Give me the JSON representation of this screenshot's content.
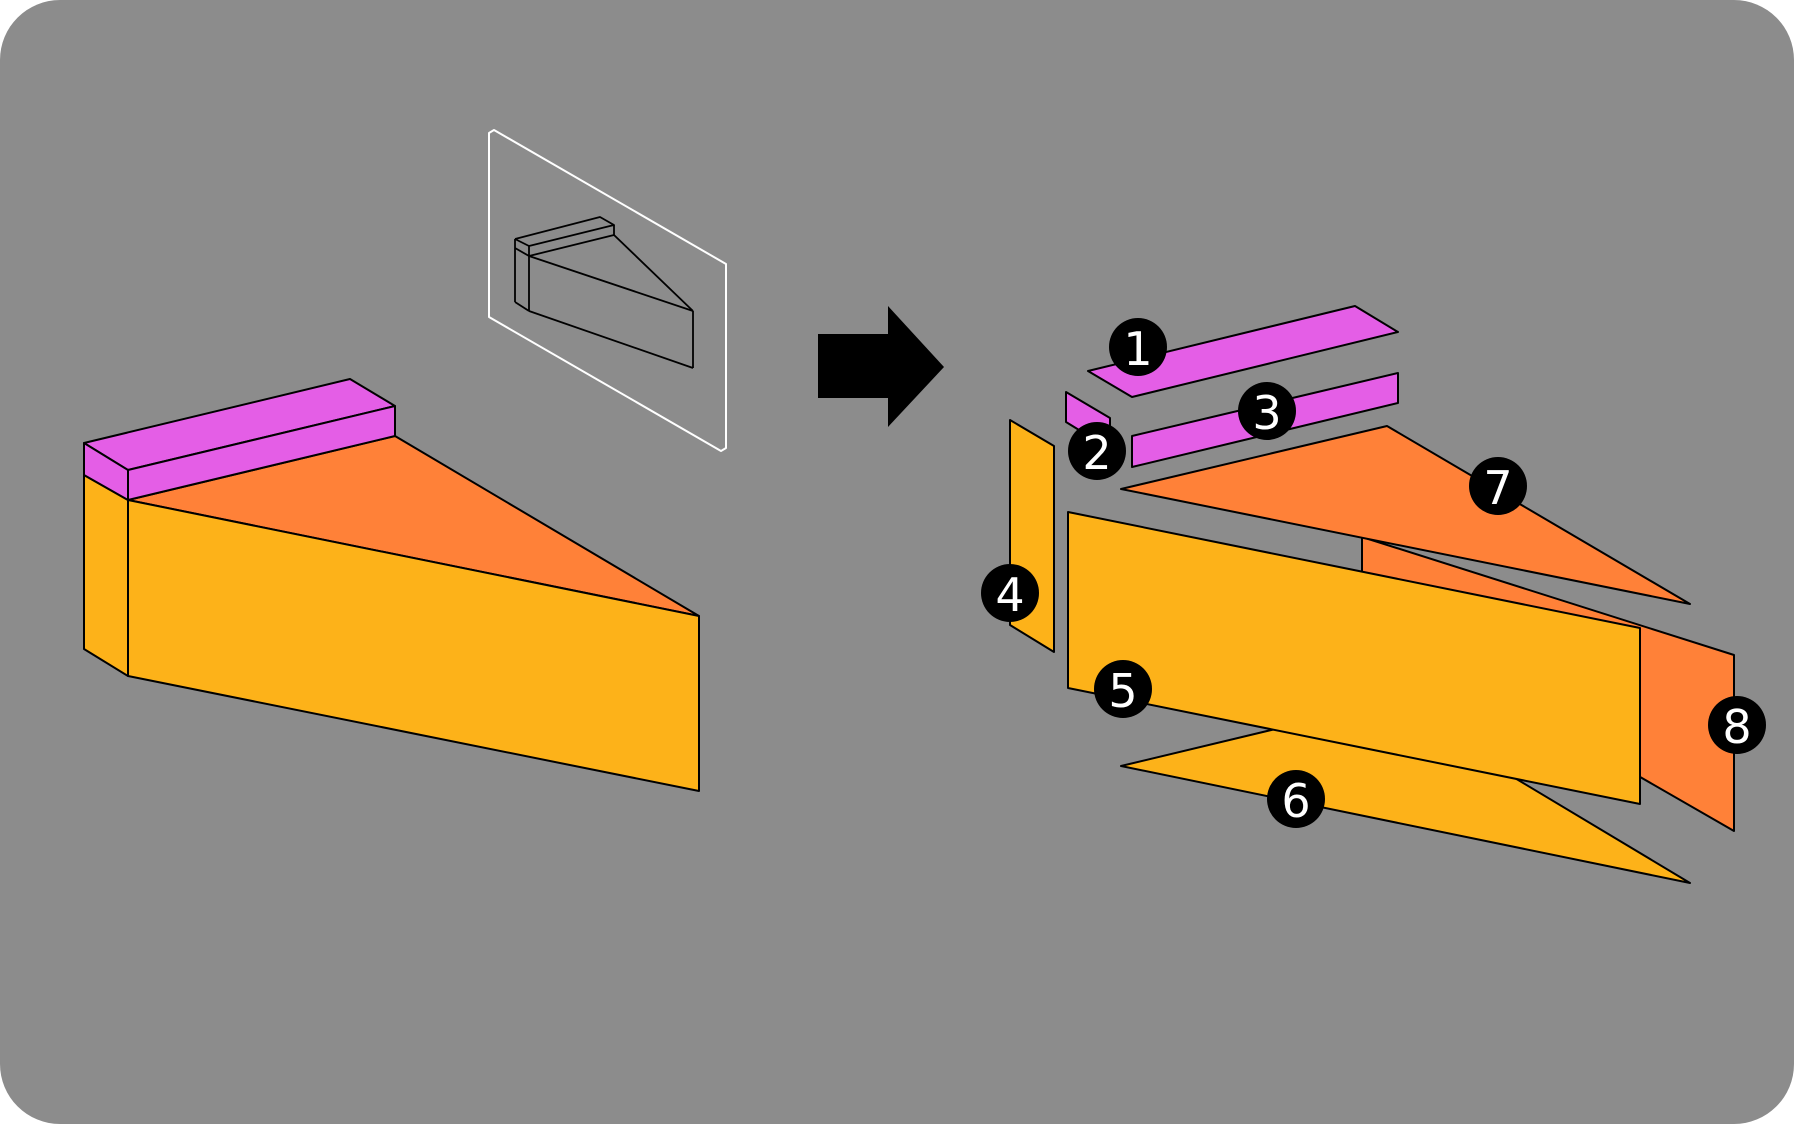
{
  "colors": {
    "background": "#8c8c8c",
    "top_strip": "#e45ee6",
    "top_face": "#ff8138",
    "side_face": "#fdb219",
    "badge": "#000000",
    "badge_text": "#ffffff",
    "reference_frame": "#ffffff",
    "arrow": "#000000"
  },
  "assembled_model": {
    "icon": "sliced-wedge-solid"
  },
  "reference_view": {
    "icon": "wireframe-wedge-in-plane"
  },
  "transition_arrow": {
    "icon": "right-arrow-icon"
  },
  "exploded_parts": [
    {
      "label": "1",
      "icon": "top-strip-face",
      "color_role": "top_strip"
    },
    {
      "label": "2",
      "icon": "top-strip-end-face",
      "color_role": "top_strip"
    },
    {
      "label": "3",
      "icon": "top-strip-side-face",
      "color_role": "top_strip"
    },
    {
      "label": "4",
      "icon": "back-end-face",
      "color_role": "side_face"
    },
    {
      "label": "5",
      "icon": "long-side-face",
      "color_role": "side_face"
    },
    {
      "label": "6",
      "icon": "bottom-triangle-face",
      "color_role": "side_face"
    },
    {
      "label": "7",
      "icon": "top-triangle-face",
      "color_role": "top_face"
    },
    {
      "label": "8",
      "icon": "far-side-face",
      "color_role": "top_face"
    }
  ]
}
